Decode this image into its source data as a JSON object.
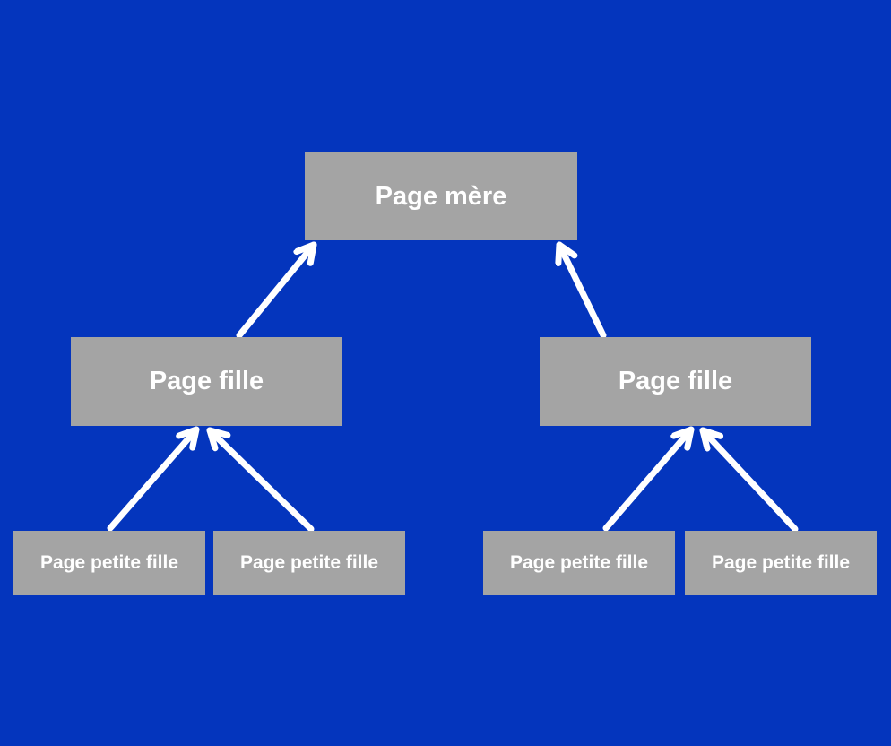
{
  "diagram": {
    "type": "tree-hierarchy",
    "colors": {
      "background": "#0435BD",
      "node_fill": "#A4A4A4",
      "node_text": "#FFFFFF",
      "arrow": "#FFFFFF"
    },
    "nodes": {
      "mere": {
        "label": "Page mère",
        "level": 1
      },
      "fille_left": {
        "label": "Page fille",
        "level": 2
      },
      "fille_right": {
        "label": "Page fille",
        "level": 2
      },
      "petite_1": {
        "label": "Page petite fille",
        "level": 3
      },
      "petite_2": {
        "label": "Page petite fille",
        "level": 3
      },
      "petite_3": {
        "label": "Page petite fille",
        "level": 3
      },
      "petite_4": {
        "label": "Page petite fille",
        "level": 3
      }
    },
    "edges": [
      {
        "from": "fille_left",
        "to": "mere"
      },
      {
        "from": "fille_right",
        "to": "mere"
      },
      {
        "from": "petite_1",
        "to": "fille_left"
      },
      {
        "from": "petite_2",
        "to": "fille_left"
      },
      {
        "from": "petite_3",
        "to": "fille_right"
      },
      {
        "from": "petite_4",
        "to": "fille_right"
      }
    ]
  }
}
